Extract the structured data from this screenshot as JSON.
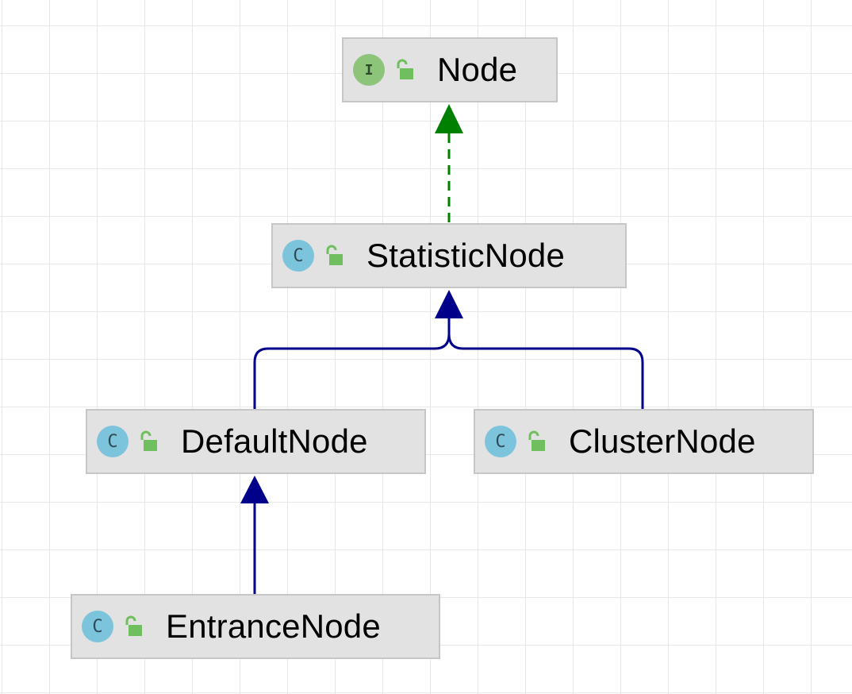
{
  "diagram": {
    "nodes": [
      {
        "id": "node",
        "kind": "interface",
        "badge": "I",
        "name": "Node"
      },
      {
        "id": "statistic-node",
        "kind": "class",
        "badge": "C",
        "name": "StatisticNode"
      },
      {
        "id": "default-node",
        "kind": "class",
        "badge": "C",
        "name": "DefaultNode"
      },
      {
        "id": "cluster-node",
        "kind": "class",
        "badge": "C",
        "name": "ClusterNode"
      },
      {
        "id": "entrance-node",
        "kind": "class",
        "badge": "C",
        "name": "EntranceNode"
      }
    ],
    "edges": [
      {
        "from": "statistic-node",
        "to": "node",
        "type": "implements"
      },
      {
        "from": "default-node",
        "to": "statistic-node",
        "type": "extends"
      },
      {
        "from": "cluster-node",
        "to": "statistic-node",
        "type": "extends"
      },
      {
        "from": "entrance-node",
        "to": "default-node",
        "type": "extends"
      }
    ],
    "colors": {
      "implements_edge": "#008000",
      "extends_edge": "#00008b",
      "interface_badge": "#8cc47a",
      "class_badge": "#7cc3dc",
      "lock_icon": "#6fbf5f",
      "node_fill": "#e2e2e2",
      "node_border": "#c6c6c6"
    },
    "icons": {
      "interface_badge": "interface-icon",
      "class_badge": "class-icon",
      "visibility": "public-lock-icon"
    }
  }
}
